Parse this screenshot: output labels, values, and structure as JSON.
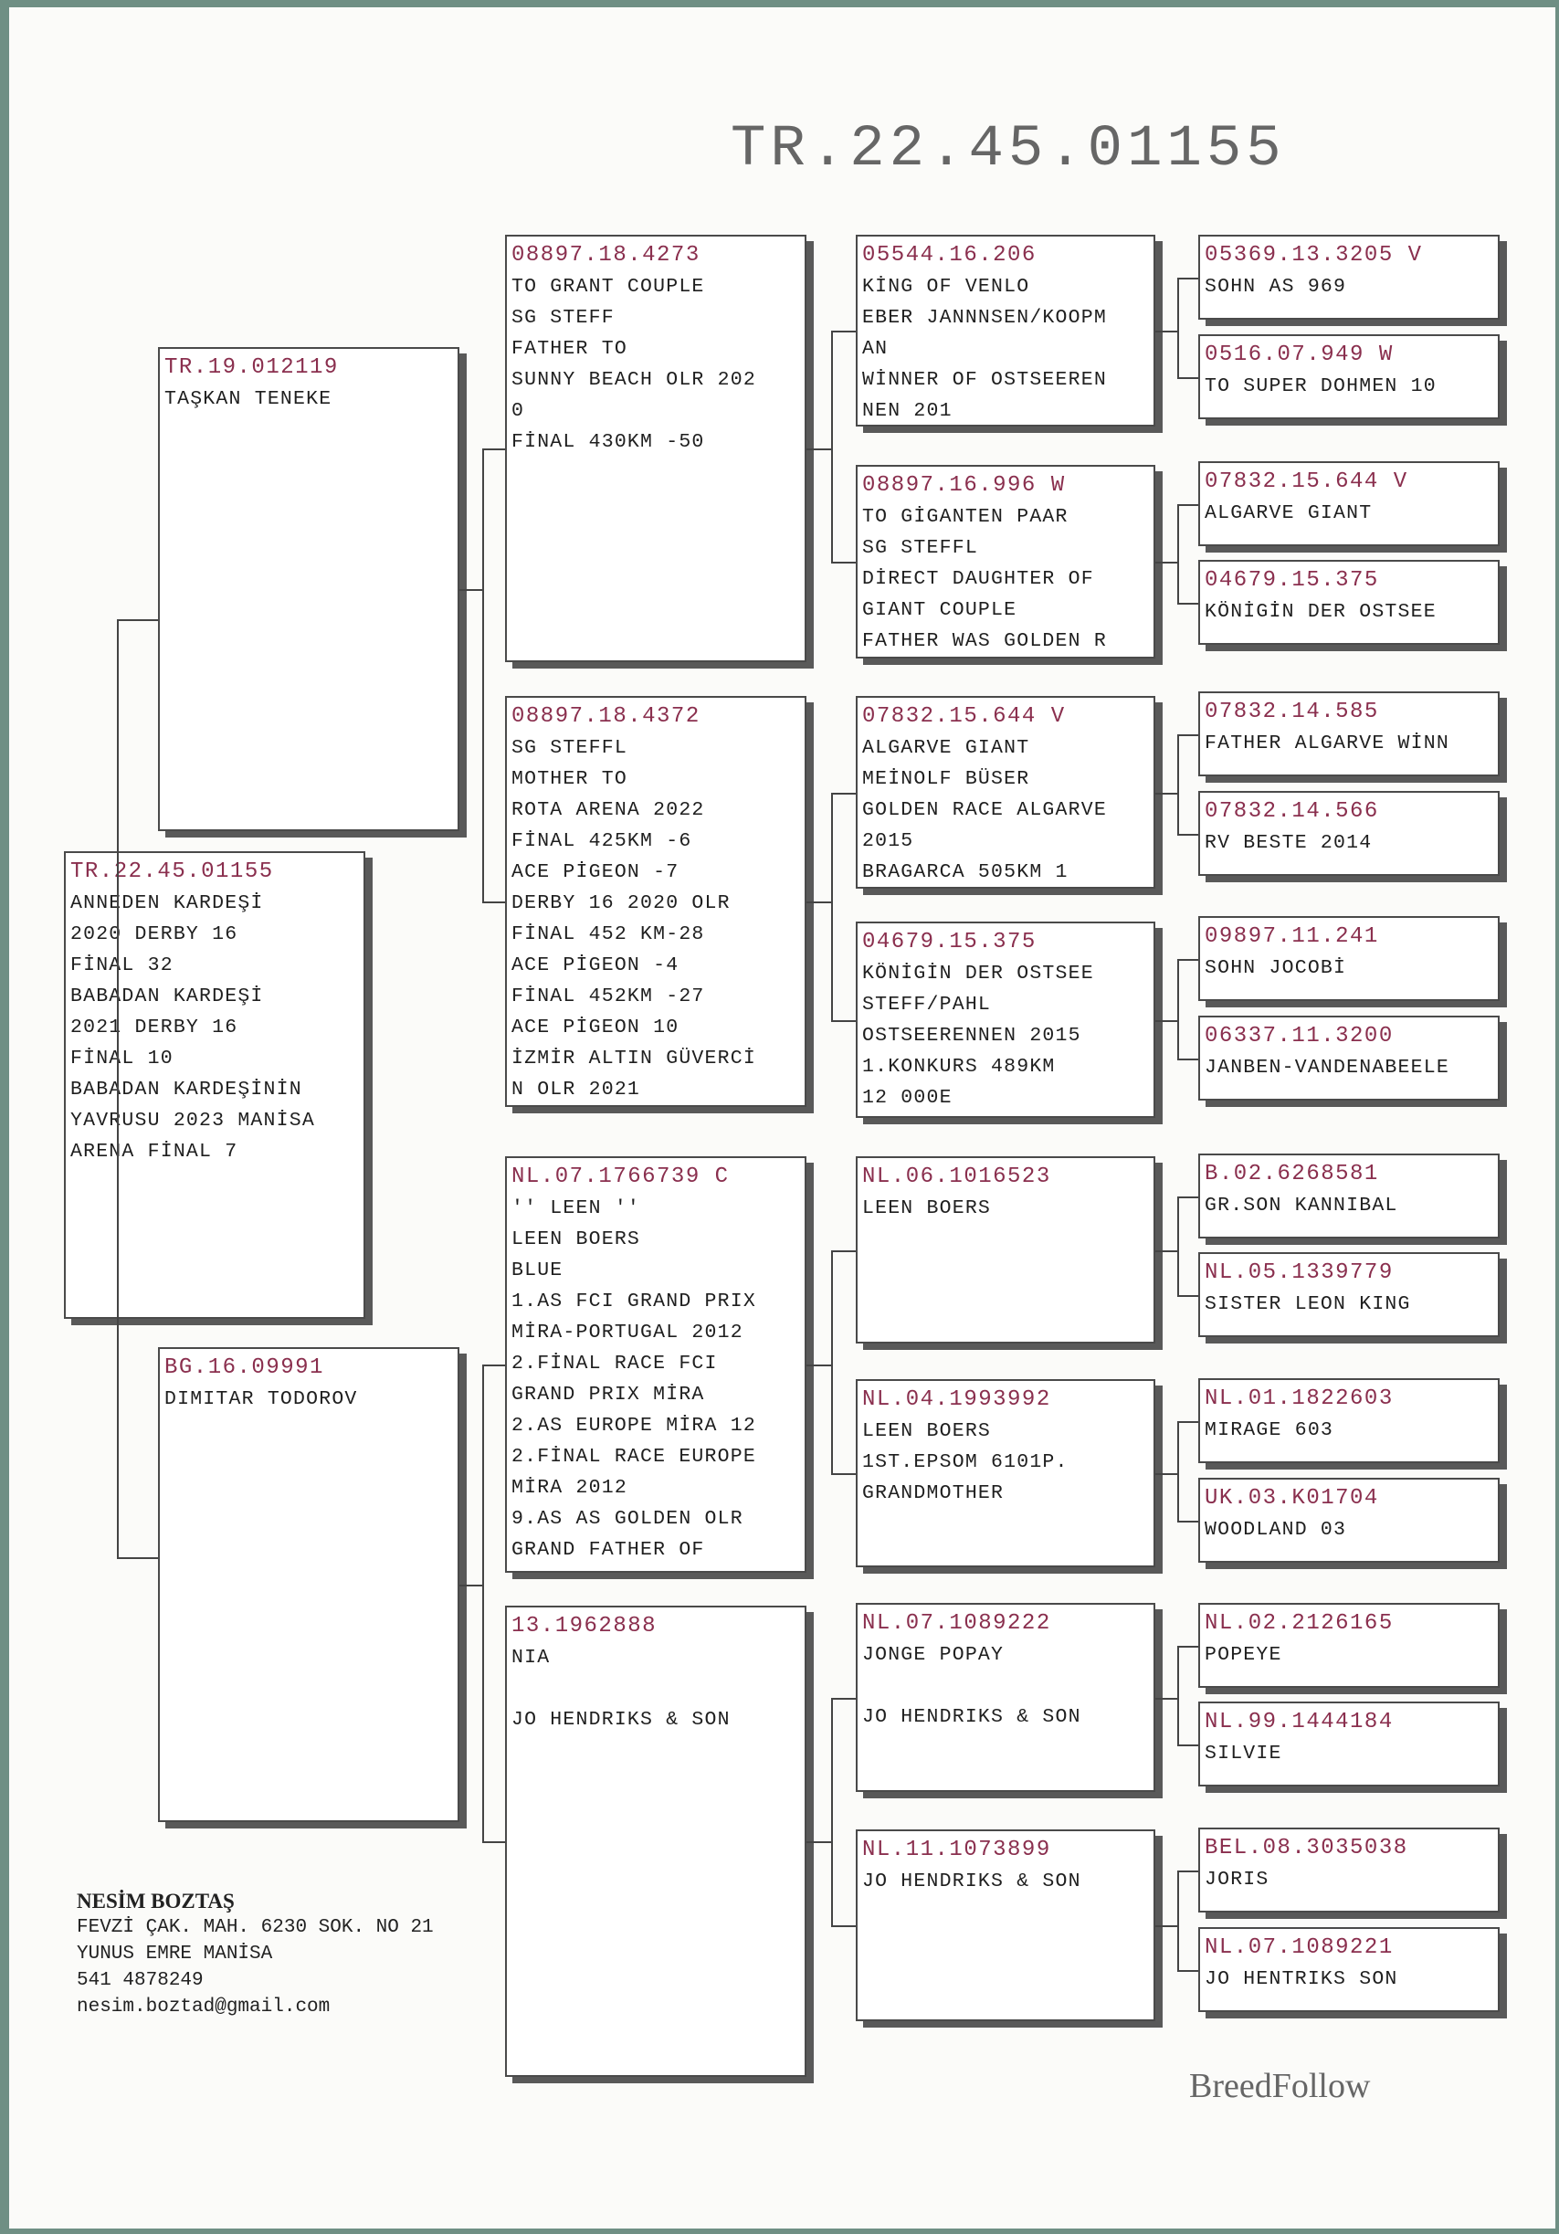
{
  "title": "TR.22.45.01155",
  "subject": {
    "ring": "TR.22.45.01155",
    "lines": [
      "ANNEDEN KARDEŞİ",
      "2020 DERBY 16",
      "FİNAL 32",
      "BABADAN KARDEŞİ",
      "2021 DERBY 16",
      "FİNAL 10",
      "BABADAN KARDEŞİNİN",
      "YAVRUSU 2023 MANİSA",
      " ARENA FİNAL 7"
    ]
  },
  "parents": [
    {
      "ring": "TR.19.012119",
      "lines": [
        "TAŞKAN TENEKE"
      ]
    },
    {
      "ring": "BG.16.09991",
      "lines": [
        "DIMITAR TODOROV"
      ]
    }
  ],
  "grandparents": [
    {
      "ring": "08897.18.4273",
      "lines": [
        "TO GRANT COUPLE",
        "SG STEFF",
        "FATHER TO",
        "SUNNY BEACH OLR 202",
        "0",
        "FİNAL 430KM -50"
      ]
    },
    {
      "ring": "08897.18.4372",
      "lines": [
        "SG STEFFL",
        "MOTHER TO",
        "ROTA ARENA 2022",
        "FİNAL 425KM -6",
        "ACE PİGEON -7",
        "DERBY 16 2020 OLR",
        "FİNAL 452 KM-28",
        "ACE PİGEON -4",
        "FİNAL 452KM -27",
        "ACE PİGEON 10",
        "İZMİR ALTIN GÜVERCİ",
        "N OLR 2021"
      ]
    },
    {
      "ring": "NL.07.1766739 C",
      "lines": [
        "'' LEEN ''",
        "LEEN BOERS",
        "BLUE",
        "1.AS FCI GRAND PRIX",
        "MİRA-PORTUGAL 2012",
        "2.FİNAL RACE FCI",
        "GRAND PRIX MİRA",
        "2.AS EUROPE MİRA 12",
        "2.FİNAL RACE EUROPE",
        "MİRA 2012",
        "9.AS AS GOLDEN OLR",
        "GRAND FATHER OF"
      ]
    },
    {
      "ring": "13.1962888",
      "lines": [
        "NIA",
        "",
        "JO HENDRIKS & SON"
      ]
    }
  ],
  "great_grandparents": [
    {
      "ring": "05544.16.206",
      "lines": [
        "KİNG OF VENLO",
        "EBER JANNNSEN/KOOPM",
        "AN",
        "WİNNER OF OSTSEEREN",
        "NEN 201"
      ]
    },
    {
      "ring": "08897.16.996 W",
      "lines": [
        "TO GİGANTEN PAAR",
        "SG STEFFL",
        "DİRECT DAUGHTER OF",
        "GIANT COUPLE",
        "FATHER WAS GOLDEN R"
      ]
    },
    {
      "ring": "07832.15.644 V",
      "lines": [
        "ALGARVE GIANT",
        "MEİNOLF BÜSER",
        "GOLDEN RACE ALGARVE",
        " 2015",
        "BRAGARCA 505KM 1"
      ]
    },
    {
      "ring": "04679.15.375",
      "lines": [
        "KÖNİGİN DER OSTSEE",
        "STEFF/PAHL",
        "OSTSEERENNEN 2015",
        "1.KONKURS 489KM",
        "12 000E"
      ]
    },
    {
      "ring": "NL.06.1016523",
      "lines": [
        " LEEN BOERS"
      ]
    },
    {
      "ring": "NL.04.1993992",
      "lines": [
        "LEEN BOERS",
        "1ST.EPSOM 6101P.",
        "GRANDMOTHER"
      ]
    },
    {
      "ring": "NL.07.1089222",
      "lines": [
        "JONGE POPAY",
        "",
        "JO HENDRIKS & SON"
      ]
    },
    {
      "ring": "NL.11.1073899",
      "lines": [
        "JO HENDRIKS & SON"
      ]
    }
  ],
  "great_great_grandparents": [
    {
      "ring": "05369.13.3205 V",
      "lines": [
        "SOHN AS 969"
      ]
    },
    {
      "ring": "0516.07.949 W",
      "lines": [
        "TO SUPER DOHMEN 10"
      ]
    },
    {
      "ring": "07832.15.644 V",
      "lines": [
        "ALGARVE GIANT"
      ]
    },
    {
      "ring": "04679.15.375",
      "lines": [
        "KÖNİGİN DER OSTSEE"
      ]
    },
    {
      "ring": "07832.14.585",
      "lines": [
        "FATHER ALGARVE WİNN"
      ]
    },
    {
      "ring": "07832.14.566",
      "lines": [
        "RV BESTE 2014"
      ]
    },
    {
      "ring": "09897.11.241",
      "lines": [
        "SOHN JOCOBİ"
      ]
    },
    {
      "ring": "06337.11.3200",
      "lines": [
        "JANBEN-VANDENABEELE"
      ]
    },
    {
      "ring": "B.02.6268581",
      "lines": [
        "GR.SON KANNIBAL"
      ]
    },
    {
      "ring": "NL.05.1339779",
      "lines": [
        "SISTER LEON KING"
      ]
    },
    {
      "ring": "NL.01.1822603",
      "lines": [
        "MIRAGE 603"
      ]
    },
    {
      "ring": "UK.03.K01704",
      "lines": [
        "WOODLAND  03"
      ]
    },
    {
      "ring": "NL.02.2126165",
      "lines": [
        "POPEYE"
      ]
    },
    {
      "ring": "NL.99.1444184",
      "lines": [
        "SILVIE"
      ]
    },
    {
      "ring": "BEL.08.3035038",
      "lines": [
        "JORIS"
      ]
    },
    {
      "ring": "NL.07.1089221",
      "lines": [
        "JO HENTRIKS SON"
      ]
    }
  ],
  "owner": {
    "name": "NESİM BOZTAŞ",
    "address1": "FEVZİ ÇAK. MAH. 6230 SOK. NO 21",
    "address2": "YUNUS EMRE MANİSA",
    "phone": "541 4878249",
    "email": "nesim.boztad@gmail.com"
  },
  "brand": "BreedFollow"
}
